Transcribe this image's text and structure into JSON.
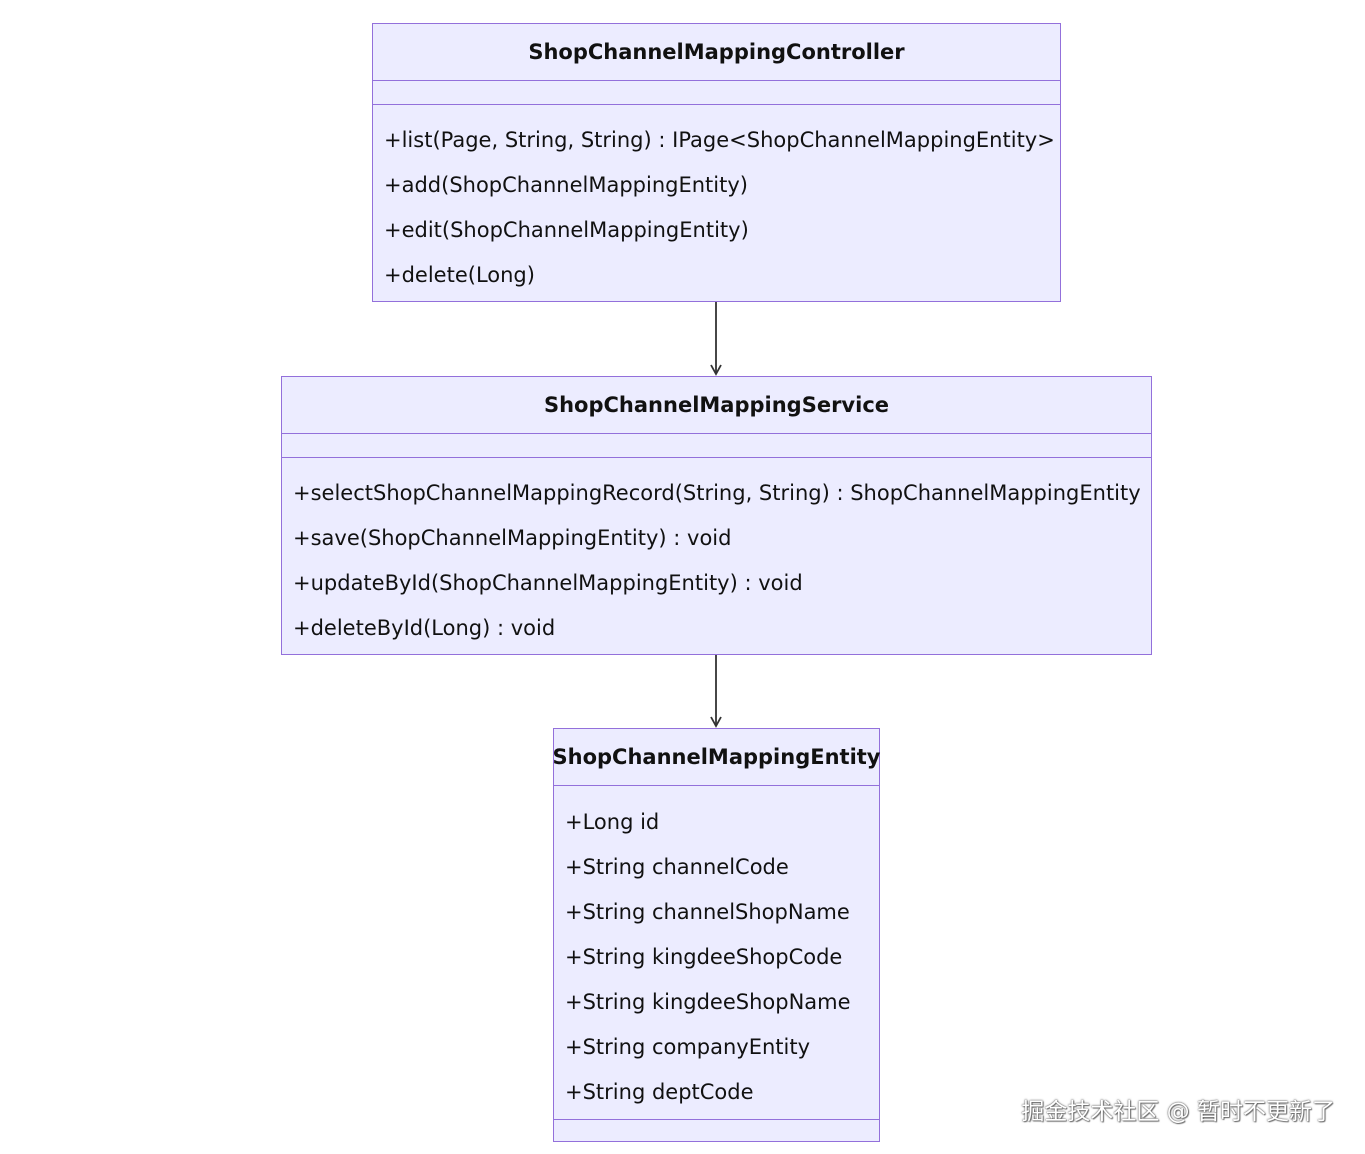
{
  "classes": {
    "controller": {
      "name": "ShopChannelMappingController",
      "methods": [
        "+list(Page, String, String) : IPage<ShopChannelMappingEntity>",
        "+add(ShopChannelMappingEntity)",
        "+edit(ShopChannelMappingEntity)",
        "+delete(Long)"
      ]
    },
    "service": {
      "name": "ShopChannelMappingService",
      "methods": [
        "+selectShopChannelMappingRecord(String, String) : ShopChannelMappingEntity",
        "+save(ShopChannelMappingEntity) : void",
        "+updateById(ShopChannelMappingEntity) : void",
        "+deleteById(Long) : void"
      ]
    },
    "entity": {
      "name": "ShopChannelMappingEntity",
      "attributes": [
        "+Long id",
        "+String channelCode",
        "+String channelShopName",
        "+String kingdeeShopCode",
        "+String kingdeeShopName",
        "+String companyEntity",
        "+String deptCode"
      ]
    }
  },
  "watermark": "掘金技术社区 @ 暂时不更新了",
  "colors": {
    "class_fill": "#ececff",
    "class_border": "#9370db",
    "arrow": "#333333"
  }
}
